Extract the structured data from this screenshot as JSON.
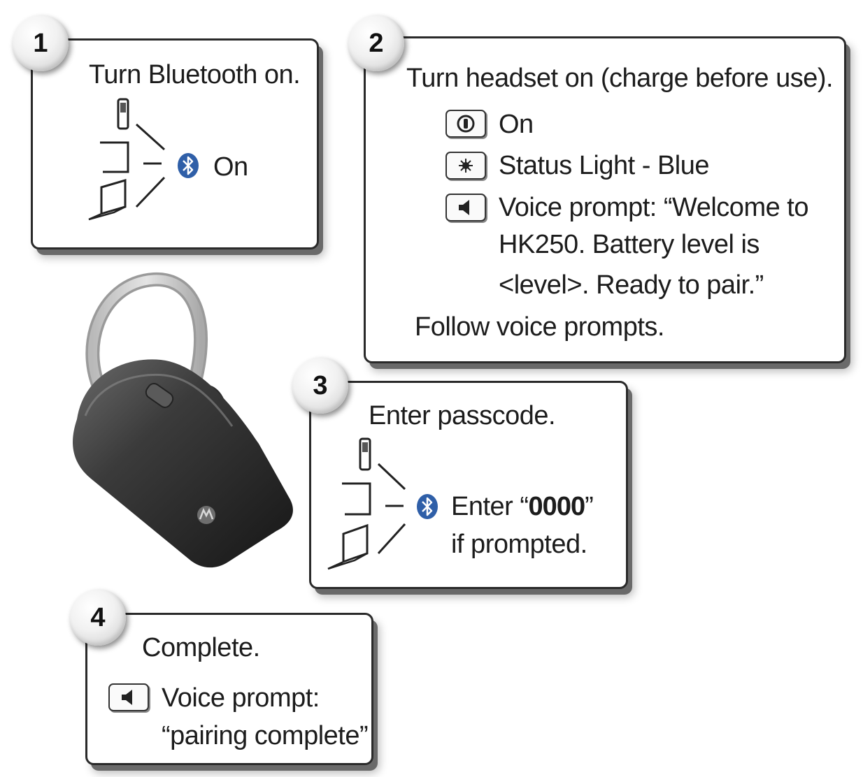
{
  "step1": {
    "number": "1",
    "title": "Turn Bluetooth on.",
    "status": "On",
    "icons": [
      "phone-icon",
      "pda-icon",
      "laptop-icon",
      "bluetooth-icon"
    ]
  },
  "step2": {
    "number": "2",
    "title": "Turn headset on (charge before use).",
    "items": [
      {
        "icon": "power-button-icon",
        "text": "On"
      },
      {
        "icon": "status-light-icon",
        "text": "Status Light - Blue"
      },
      {
        "icon": "speaker-icon",
        "lines": [
          "Voice prompt: “Welcome to",
          "HK250. Battery level is",
          "<level>. Ready to pair.”"
        ]
      }
    ],
    "footer": "Follow voice prompts."
  },
  "step3": {
    "number": "3",
    "title": "Enter passcode.",
    "enter_prefix": "Enter “",
    "code": "0000",
    "enter_suffix": "”",
    "line2": "if prompted."
  },
  "step4": {
    "number": "4",
    "title": "Complete.",
    "line1": "Voice prompt:",
    "line2": "“pairing complete”"
  },
  "colors": {
    "border": "#2a2a2a",
    "bluetooth": "#2f5fa8",
    "headset_body": "#3a3a3a"
  }
}
